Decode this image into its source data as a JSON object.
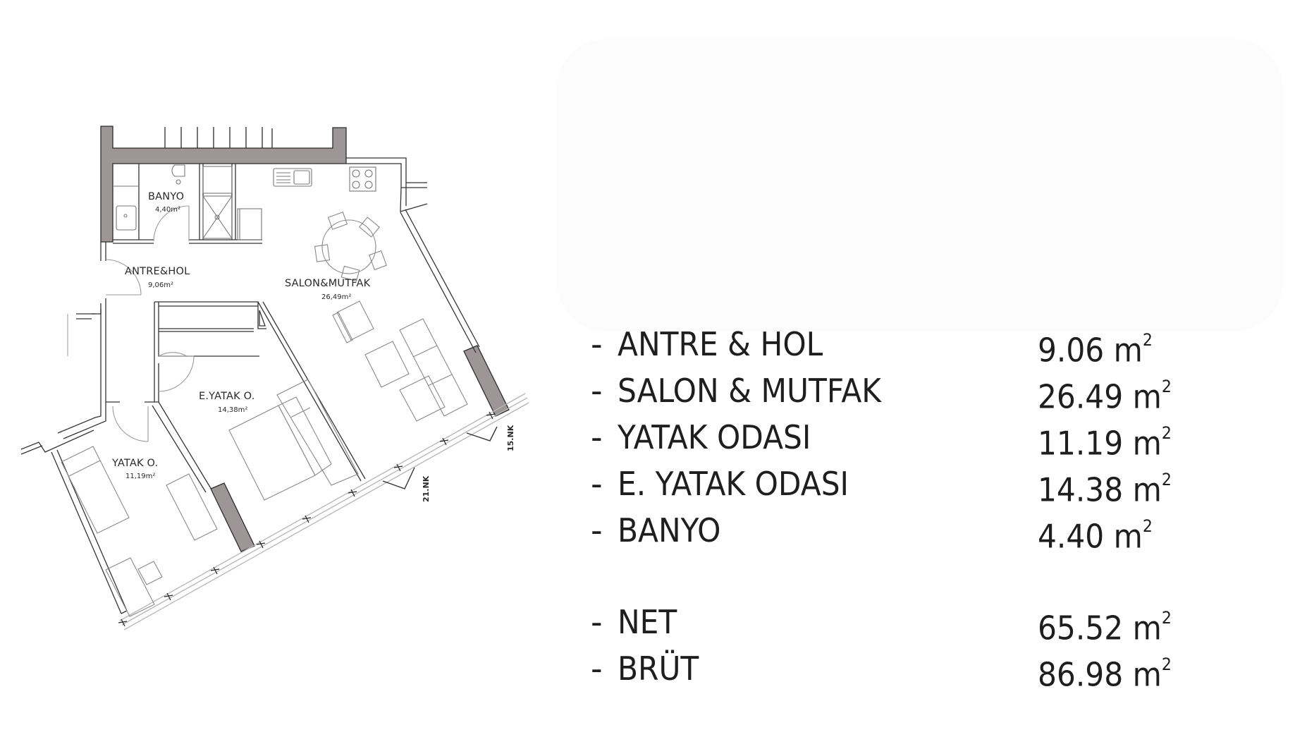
{
  "floor_plan": {
    "rooms": [
      {
        "id": "banyo",
        "name": "BANYO",
        "area": "4,40m²"
      },
      {
        "id": "antre",
        "name": "ANTRE&HOL",
        "area": "9,06m²"
      },
      {
        "id": "salon",
        "name": "SALON&MUTFAK",
        "area": "26,49m²"
      },
      {
        "id": "e_yatak",
        "name": "E.YATAK O.",
        "area": "14,38m²"
      },
      {
        "id": "yatak",
        "name": "YATAK O.",
        "area": "11,19m²"
      }
    ],
    "axis_labels": [
      "15.NK",
      "21.NK"
    ],
    "colors": {
      "structural_wall": "#9e9597",
      "line": "#3a3a3a",
      "furniture": "#8a8a8a"
    }
  },
  "area_list": {
    "rooms": [
      {
        "dash": "-",
        "label": "ANTRE & HOL",
        "value": "9.06 m",
        "unit_sup": "2"
      },
      {
        "dash": "-",
        "label": "SALON & MUTFAK",
        "value": "26.49 m",
        "unit_sup": "2"
      },
      {
        "dash": "-",
        "label": "YATAK ODASI",
        "value": "11.19 m",
        "unit_sup": "2"
      },
      {
        "dash": "-",
        "label": "E. YATAK ODASI",
        "value": "14.38 m",
        "unit_sup": "2"
      },
      {
        "dash": "-",
        "label": "BANYO",
        "value": "4.40 m",
        "unit_sup": "2"
      }
    ],
    "totals": [
      {
        "dash": "-",
        "label": "NET",
        "value": "65.52 m",
        "unit_sup": "2"
      },
      {
        "dash": "-",
        "label": "BRÜT",
        "value": "86.98 m",
        "unit_sup": "2"
      }
    ]
  }
}
